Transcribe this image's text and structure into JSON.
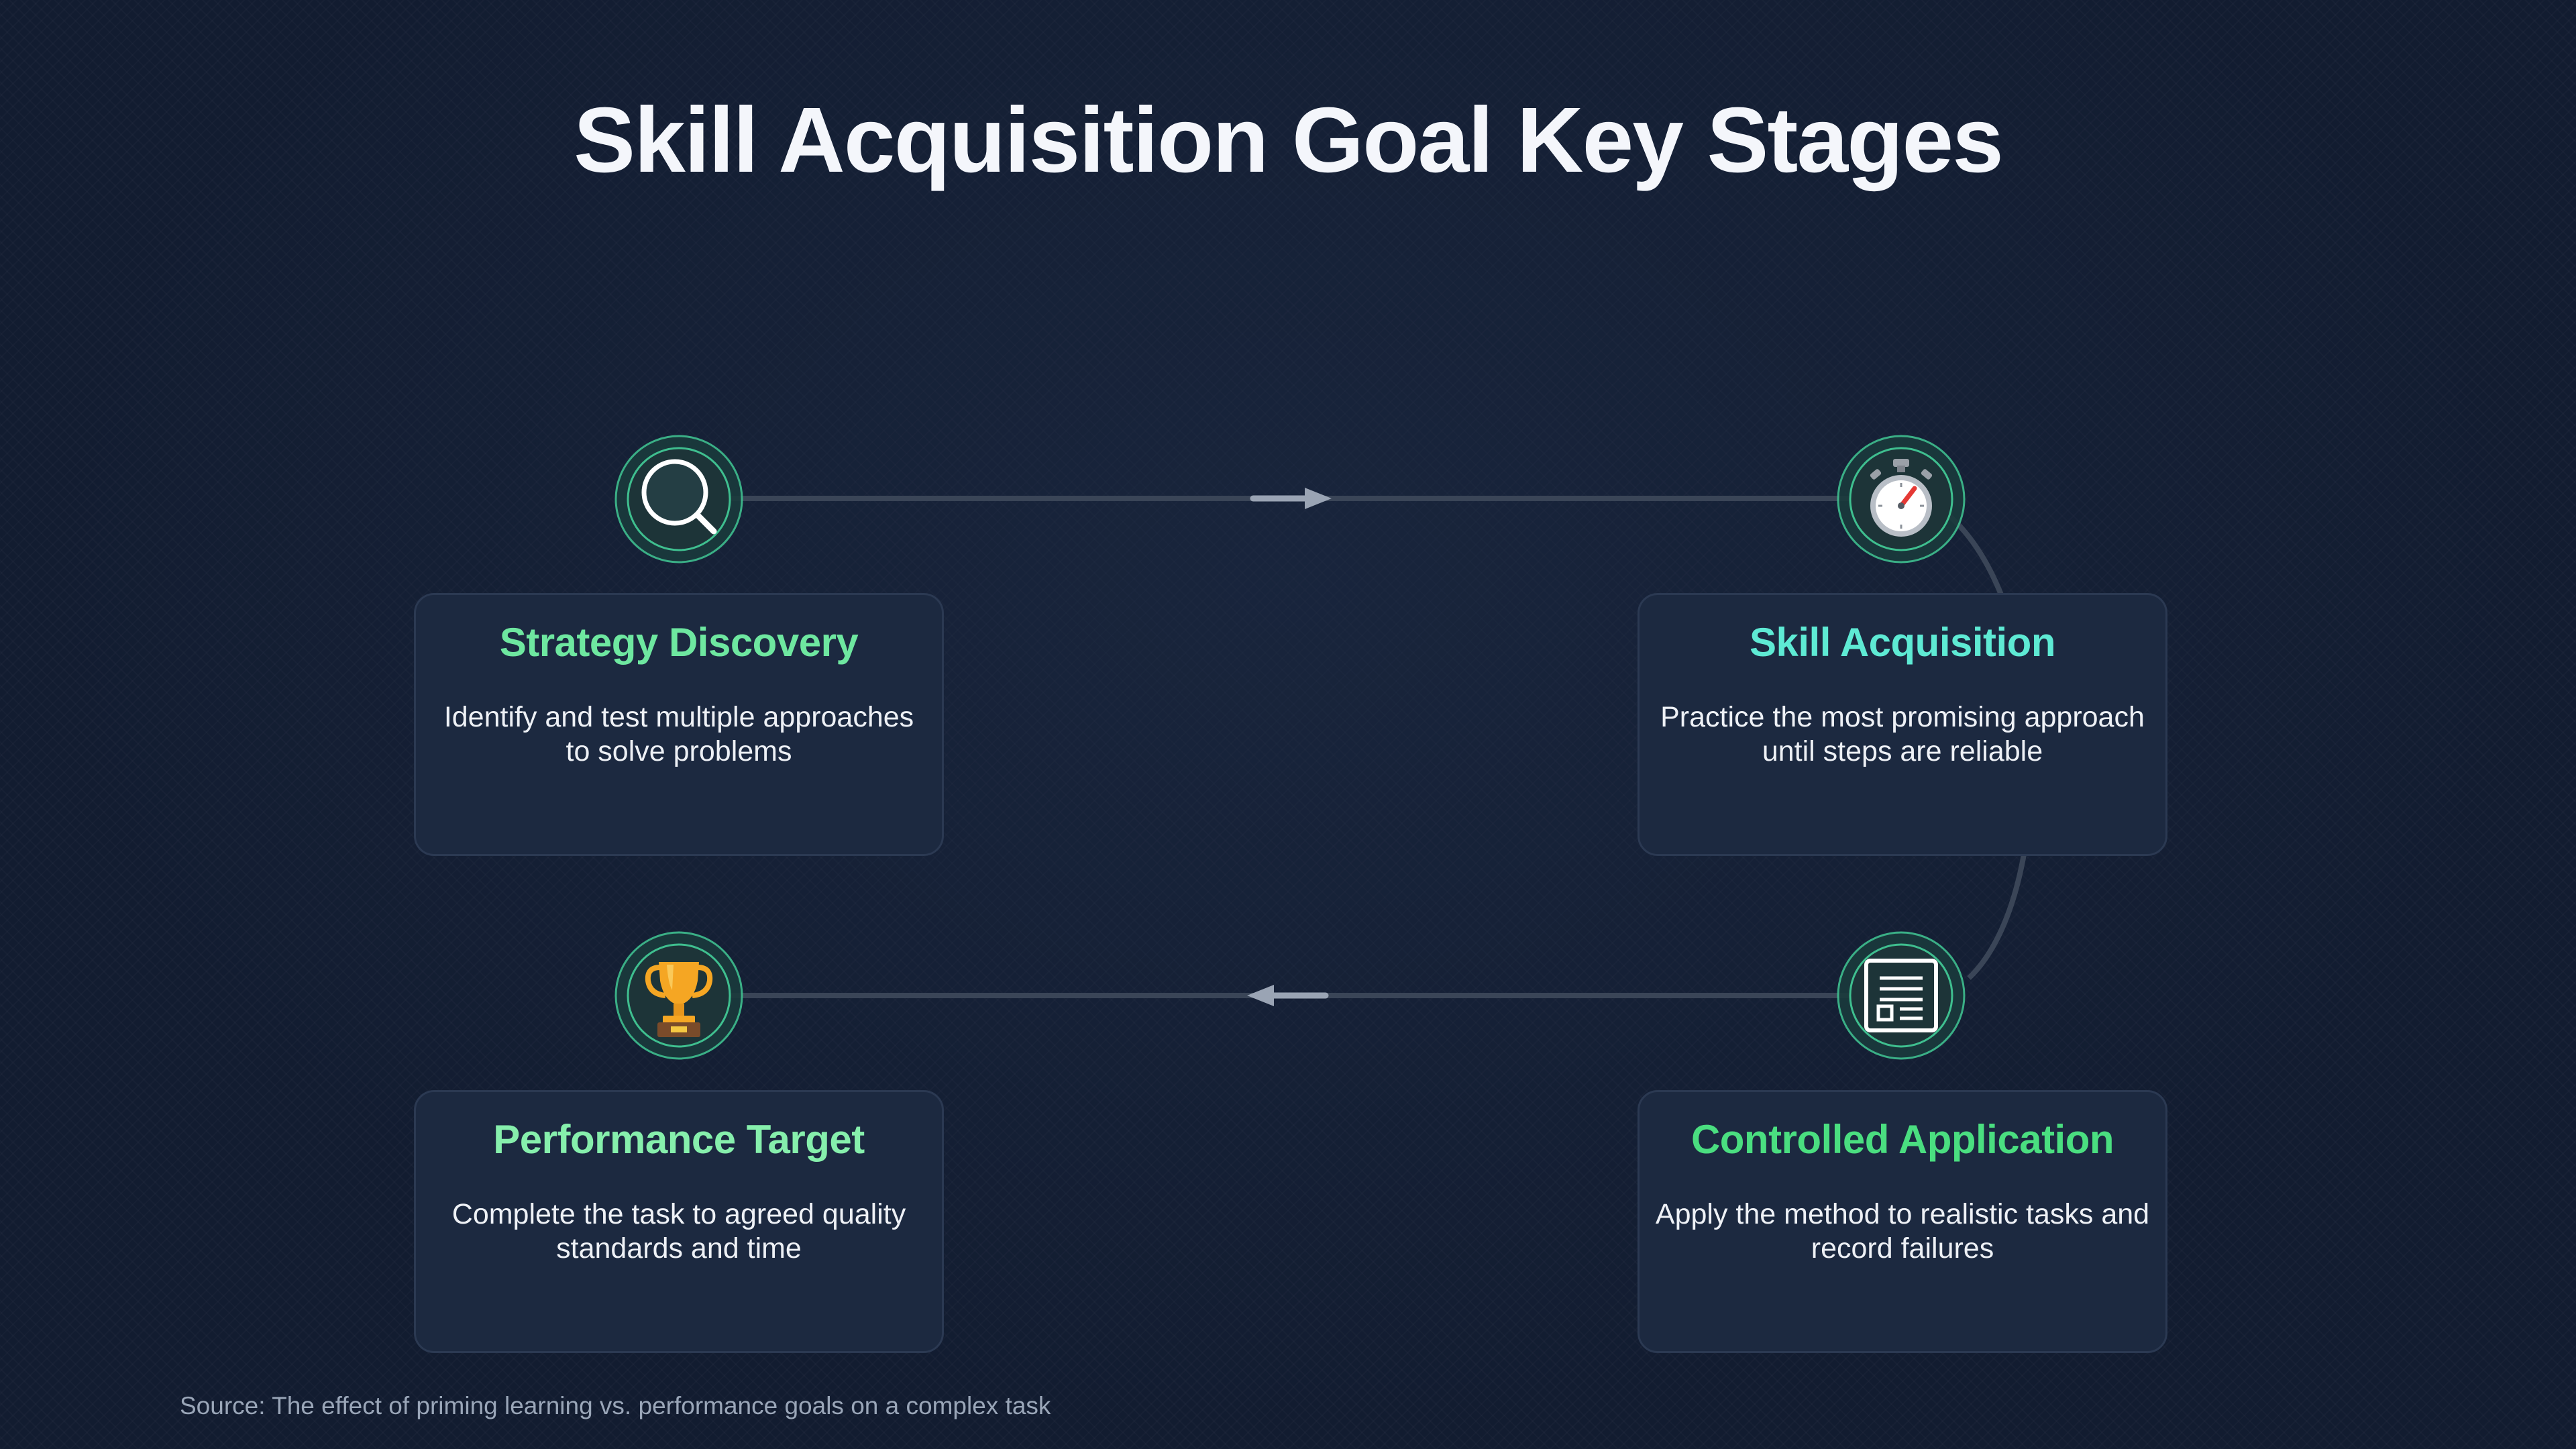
{
  "title": "Skill Acquisition Goal Key Stages",
  "stages": [
    {
      "title": "Strategy Discovery",
      "description": "Identify and test multiple approaches to solve problems",
      "icon": "magnifying-glass-icon",
      "title_color": "#6ee7a0"
    },
    {
      "title": "Skill Acquisition",
      "description": "Practice the most promising approach until steps are reliable",
      "icon": "stopwatch-icon",
      "title_color": "#5eead4"
    },
    {
      "title": "Controlled Application",
      "description": "Apply the method to realistic tasks and record failures",
      "icon": "form-document-icon",
      "title_color": "#4ade80"
    },
    {
      "title": "Performance Target",
      "description": "Complete the task to agreed quality standards and time",
      "icon": "trophy-icon",
      "title_color": "#86efac"
    }
  ],
  "source": "Source: The effect of priming learning vs. performance goals on a complex task",
  "colors": {
    "background": "#121c30",
    "card_background": "#1c2940",
    "node_ring": "#3fbf8f",
    "connector": "#3a4557",
    "arrow": "#9aa4b4"
  }
}
